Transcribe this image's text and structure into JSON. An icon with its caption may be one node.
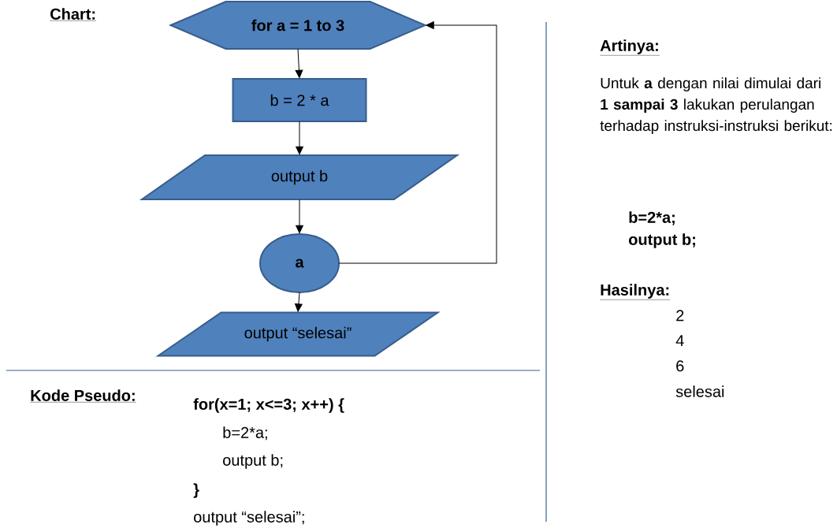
{
  "diagram": {
    "nodes": [
      {
        "text": [
          "for a = 1 to 3"
        ]
      },
      {
        "text": [
          "b = 2 * a"
        ]
      },
      {
        "text": [
          "output  b"
        ]
      },
      {
        "text": [
          "a"
        ]
      },
      {
        "text": [
          "output  “selesai”"
        ]
      }
    ],
    "edges": [
      {
        "from": 0,
        "to": 1,
        "arrow": "to"
      },
      {
        "from": 1,
        "to": 2,
        "arrow": "to"
      },
      {
        "from": 2,
        "to": 3,
        "arrow": "to"
      },
      {
        "from": 3,
        "to": 4,
        "arrow": "to"
      },
      {
        "from": 3,
        "to": 0,
        "arrow": "to"
      }
    ],
    "labels": [
      "Chart:",
      "Kode Pseudo:",
      "for(x=1; x<=3; x++) {",
      "b=2*a;",
      "output b;",
      "}",
      "output “selesai”;",
      "Artinya:",
      "Untuk **a** dengan nilai dimulai dari **1 sampai 3** lakukan perulangan terhadap instruksi-instruksi berikut:",
      "b=2*a;",
      "output b;",
      "Hasilnya:",
      "2",
      "4",
      "6",
      "selesai"
    ]
  }
}
